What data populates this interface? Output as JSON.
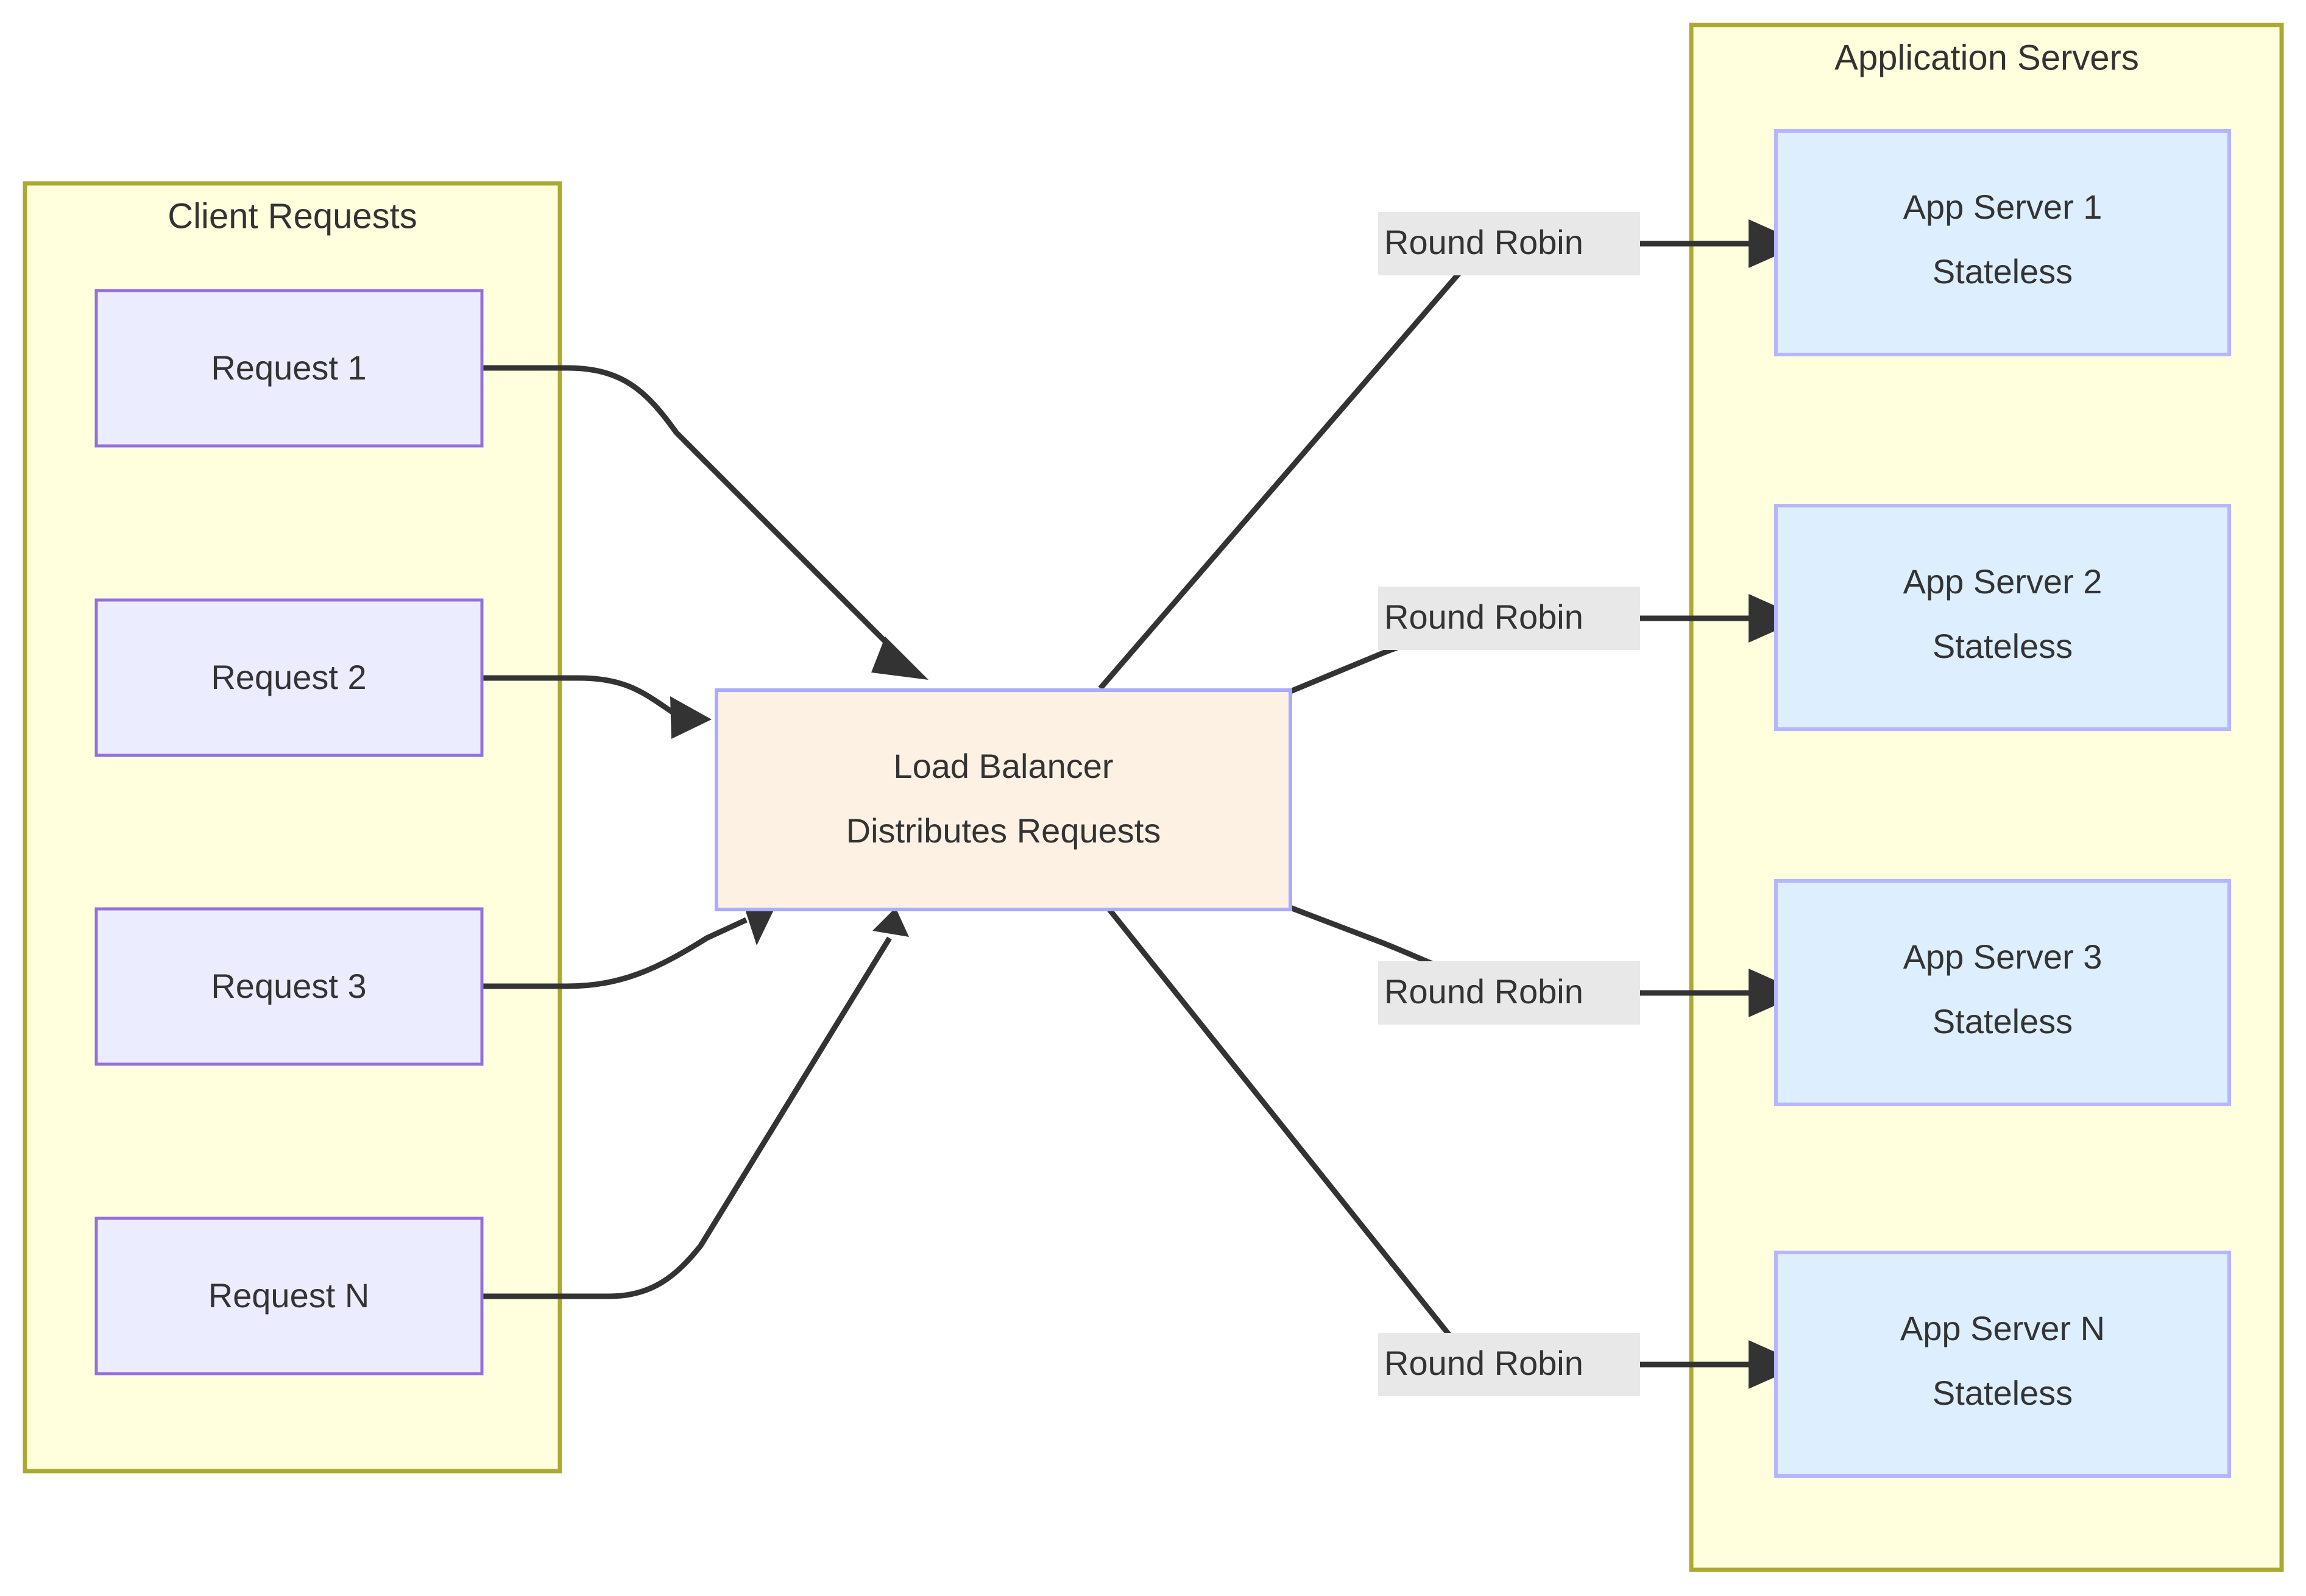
{
  "diagram": {
    "type": "flowchart",
    "background": "#ffffff",
    "colors": {
      "cluster_fill": "#ffffde",
      "cluster_stroke": "#aaaa33",
      "request_fill": "#ececff",
      "request_stroke": "#9370db",
      "load_balancer_fill": "#fdf1e4",
      "load_balancer_stroke": "#aaaaff",
      "server_fill": "#ddeeff",
      "server_stroke": "#b6b6ff",
      "edge_stroke": "#333333",
      "edge_label_fill": "#e8e8e8",
      "text": "#333333"
    },
    "clusters": [
      {
        "id": "client-requests",
        "title": "Client Requests"
      },
      {
        "id": "application-servers",
        "title": "Application Servers"
      }
    ],
    "client_requests": {
      "title": "Client Requests",
      "nodes": [
        {
          "id": "request-1",
          "label": "Request 1"
        },
        {
          "id": "request-2",
          "label": "Request 2"
        },
        {
          "id": "request-3",
          "label": "Request 3"
        },
        {
          "id": "request-n",
          "label": "Request N"
        }
      ]
    },
    "load_balancer": {
      "id": "load-balancer",
      "line1": "Load Balancer",
      "line2": "Distributes Requests"
    },
    "application_servers": {
      "title": "Application Servers",
      "nodes": [
        {
          "id": "app-server-1",
          "line1": "App Server 1",
          "line2": "Stateless"
        },
        {
          "id": "app-server-2",
          "line1": "App Server 2",
          "line2": "Stateless"
        },
        {
          "id": "app-server-3",
          "line1": "App Server 3",
          "line2": "Stateless"
        },
        {
          "id": "app-server-n",
          "line1": "App Server N",
          "line2": "Stateless"
        }
      ]
    },
    "edge_labels": [
      {
        "id": "edge-label-1",
        "text": "Round Robin"
      },
      {
        "id": "edge-label-2",
        "text": "Round Robin"
      },
      {
        "id": "edge-label-3",
        "text": "Round Robin"
      },
      {
        "id": "edge-label-4",
        "text": "Round Robin"
      }
    ],
    "edges": [
      {
        "from": "request-1",
        "to": "load-balancer",
        "label": ""
      },
      {
        "from": "request-2",
        "to": "load-balancer",
        "label": ""
      },
      {
        "from": "request-3",
        "to": "load-balancer",
        "label": ""
      },
      {
        "from": "request-n",
        "to": "load-balancer",
        "label": ""
      },
      {
        "from": "load-balancer",
        "to": "app-server-1",
        "label": "Round Robin"
      },
      {
        "from": "load-balancer",
        "to": "app-server-2",
        "label": "Round Robin"
      },
      {
        "from": "load-balancer",
        "to": "app-server-3",
        "label": "Round Robin"
      },
      {
        "from": "load-balancer",
        "to": "app-server-n",
        "label": "Round Robin"
      }
    ]
  }
}
